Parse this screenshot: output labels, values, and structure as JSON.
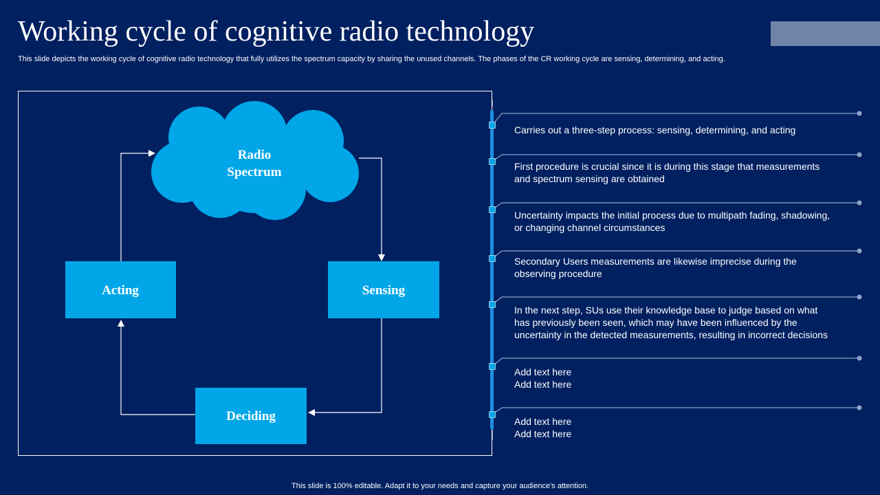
{
  "header": {
    "title": "Working cycle of cognitive radio technology",
    "subtitle": "This slide depicts the working cycle of cognitive radio technology that fully utilizes the spectrum capacity by sharing the unused channels. The phases of the CR working cycle are sensing, determining, and acting."
  },
  "diagram": {
    "cloud_label_line1": "Radio",
    "cloud_label_line2": "Spectrum",
    "nodes": {
      "sensing": "Sensing",
      "deciding": "Deciding",
      "acting": "Acting"
    }
  },
  "timeline": {
    "items": [
      {
        "lines": [
          "Carries out a three-step process: sensing, determining, and acting"
        ]
      },
      {
        "lines": [
          "First procedure is crucial since it is during this stage that measurements",
          "and spectrum sensing are obtained"
        ]
      },
      {
        "lines": [
          "Uncertainty impacts the initial process due to multipath fading, shadowing,",
          "or changing channel circumstances"
        ]
      },
      {
        "lines": [
          "Secondary Users measurements are likewise imprecise during the",
          "observing procedure"
        ]
      },
      {
        "lines": [
          "In the next step, SUs use their knowledge base to judge based on what",
          "has previously been seen, which may have been influenced by the",
          "uncertainty in the detected measurements, resulting in incorrect decisions"
        ]
      },
      {
        "lines": [
          "Add text here",
          "Add text here"
        ]
      },
      {
        "lines": [
          "Add text here",
          "Add text here"
        ]
      }
    ]
  },
  "footer": {
    "text": "This slide is 100% editable. Adapt it to your needs and capture your audience's attention."
  },
  "colors": {
    "background": "#002060",
    "node_fill": "#00a6e8",
    "accent_bar": "#6f84a8",
    "timeline_bar": "#1f8fe0",
    "connector_line": "#8fa3c9"
  }
}
